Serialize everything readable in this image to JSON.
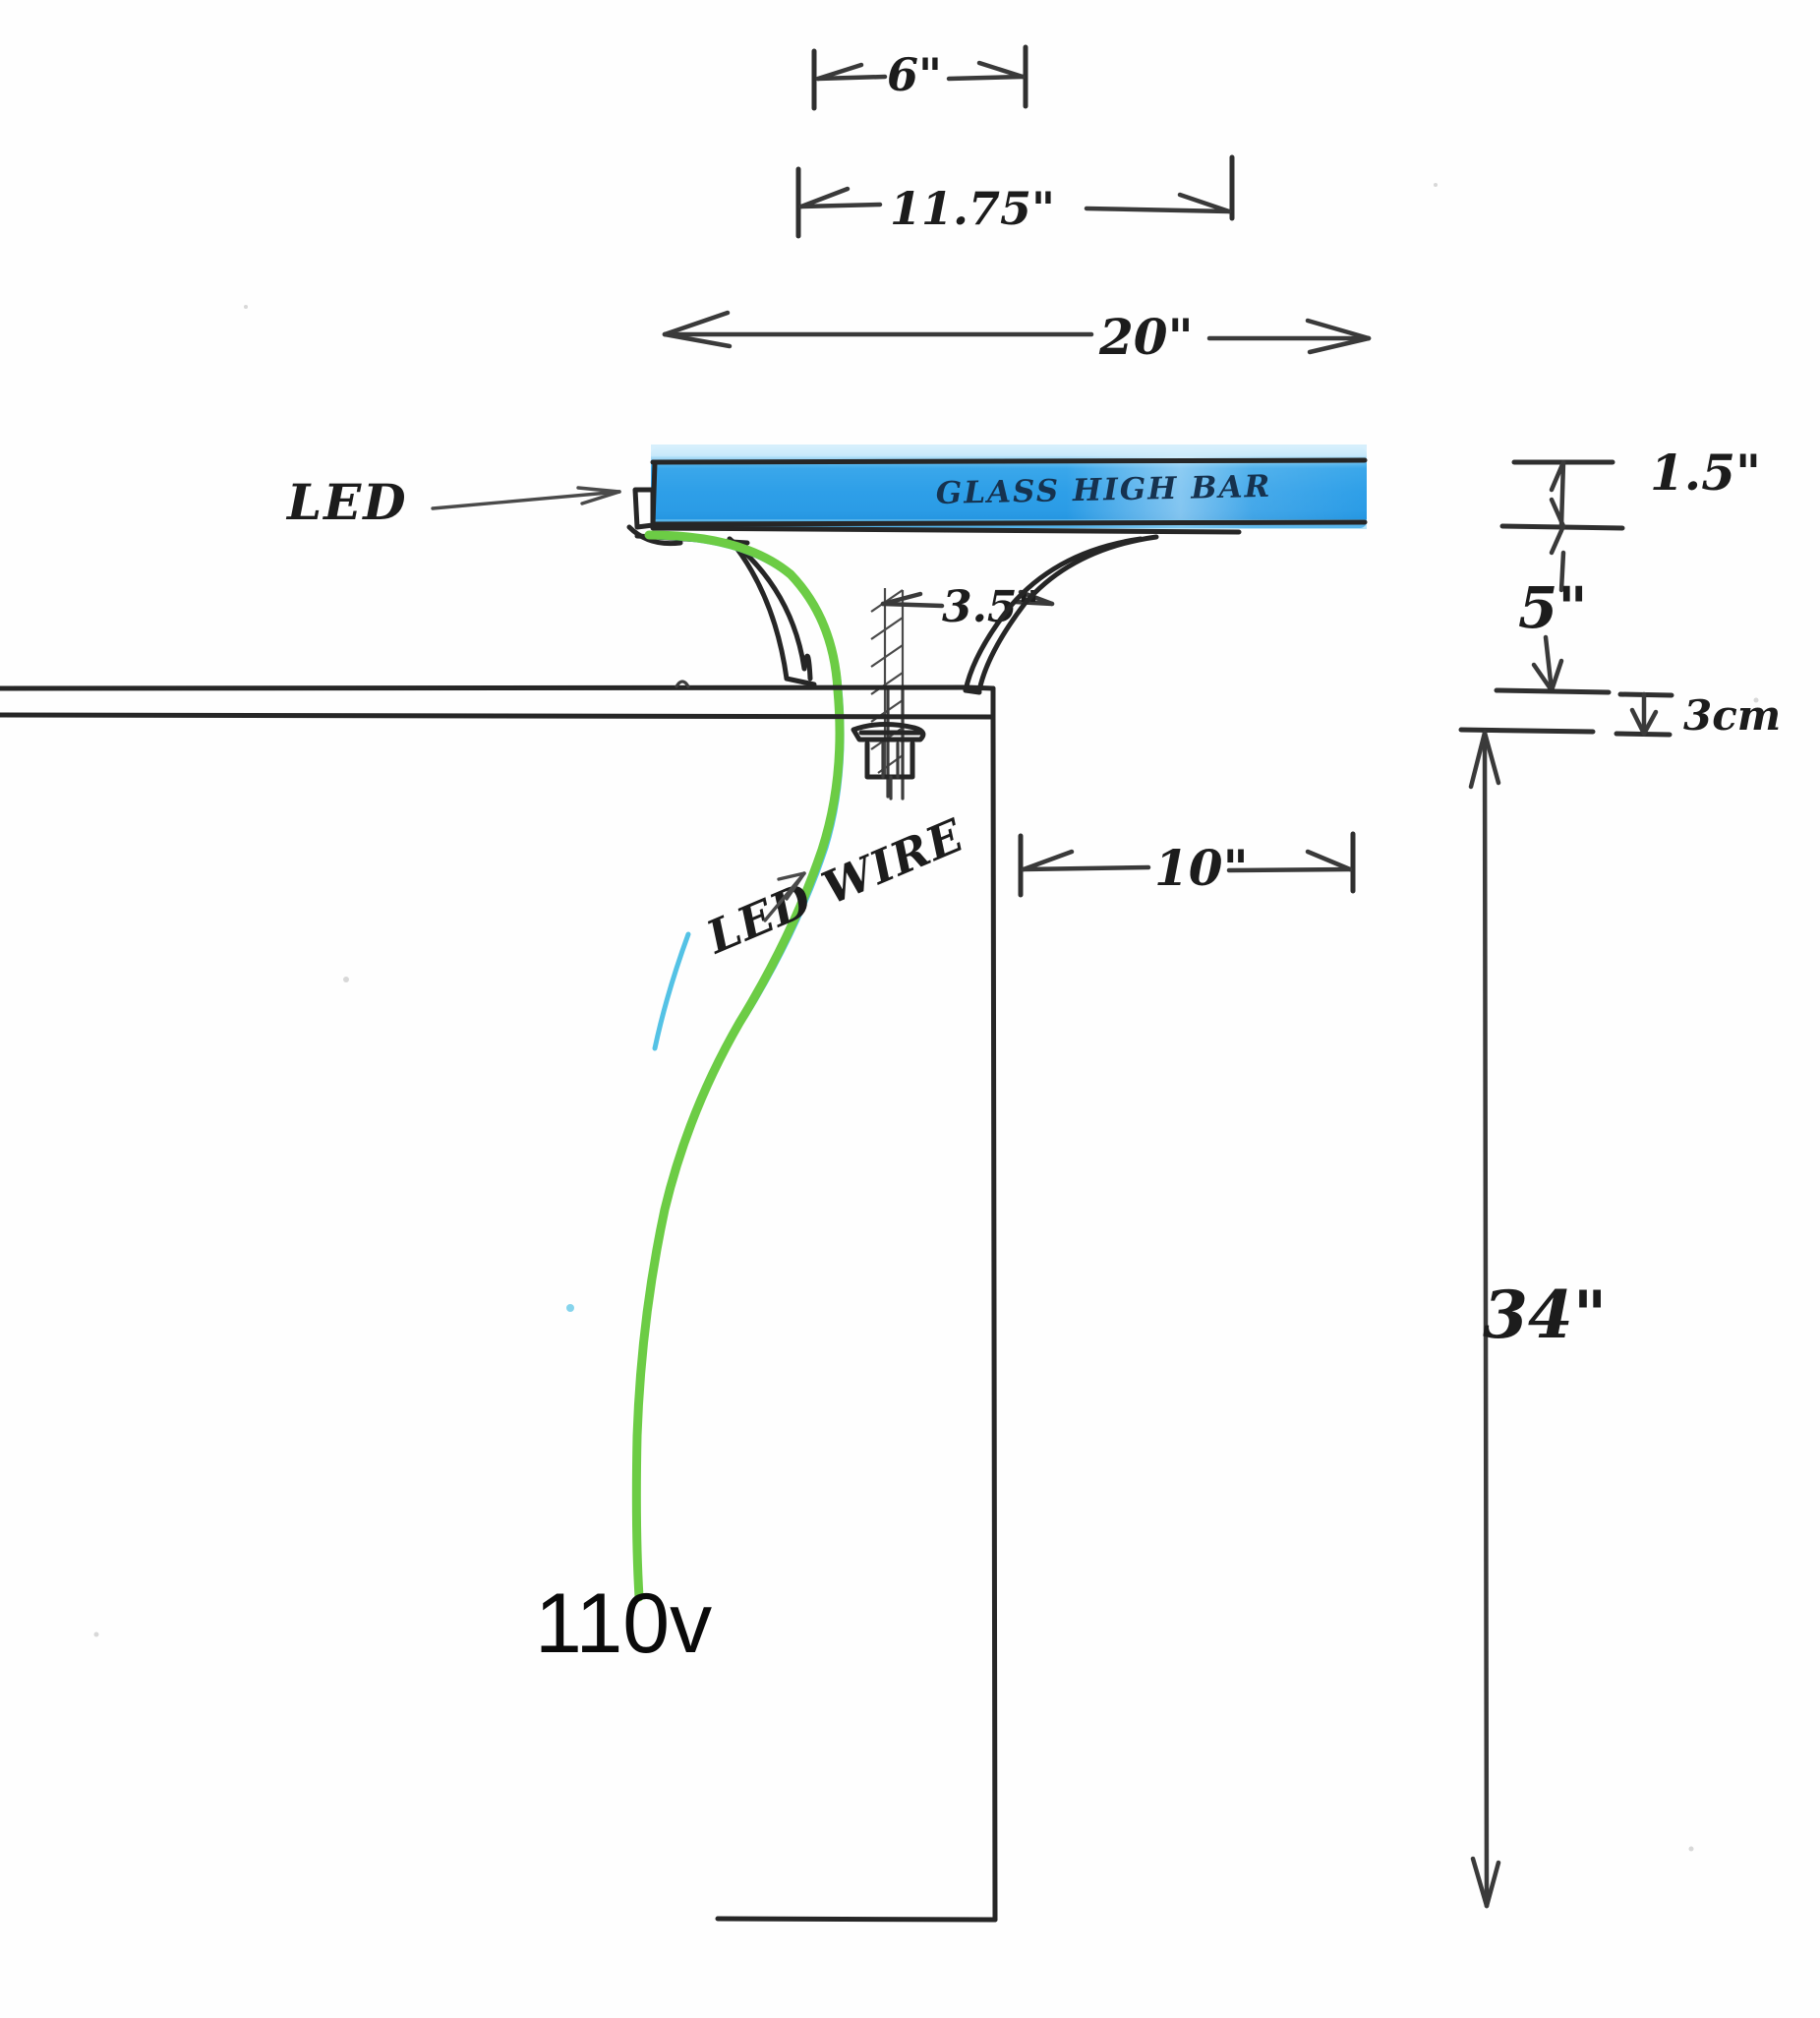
{
  "document": {
    "kind": "hand-drawn-sketch",
    "title": "Glass High Bar Elevation Sketch",
    "background_color": "#fefefe",
    "ink_color": "#2a2a2a"
  },
  "colors": {
    "bar_blue_light": "#7fd0f5",
    "bar_blue_mid": "#2e9fe8",
    "bar_blue_deep": "#1b86d4",
    "wire_green": "#6ccc45",
    "wire_cyan": "#36b7e0",
    "pencil": "#2a2a2a",
    "bar_text": "#16324f"
  },
  "dimensions": {
    "top_overhang": {
      "label": "6\"",
      "name": "six-inch-overhang"
    },
    "mid_span": {
      "label": "11.75\"",
      "name": "eleven-seventy-five-span"
    },
    "bar_length": {
      "label": "20\"",
      "name": "twenty-inch-bar-length"
    },
    "bar_thickness": {
      "label": "1.5\"",
      "name": "one-point-five-inch-thickness"
    },
    "drop_height": {
      "label": "5\"",
      "name": "five-inch-drop"
    },
    "counter_thickness": {
      "label": "3cm",
      "name": "three-cm-counter-thickness"
    },
    "bracket_width": {
      "label": "3.5\"",
      "name": "three-point-five-inch-bracket"
    },
    "base_depth": {
      "label": "10\"",
      "name": "ten-inch-base-depth"
    },
    "floor_height": {
      "label": "34\"",
      "name": "thirty-four-inch-floor-height"
    }
  },
  "annotations": {
    "led_callout": {
      "label": "LED",
      "name": "led-callout"
    },
    "bar_label": {
      "label": "GLASS HIGH BAR",
      "name": "glass-high-bar-label"
    },
    "wire_callout": {
      "label": "LED WIRE",
      "name": "led-wire-callout"
    },
    "voltage": {
      "label": "110v",
      "name": "voltage-label"
    }
  },
  "parts": [
    {
      "name": "glass-high-bar",
      "label": "GLASS HIGH BAR"
    },
    {
      "name": "led-strip",
      "label": "LED"
    },
    {
      "name": "led-wire",
      "label": "LED WIRE"
    },
    {
      "name": "mounting-bracket",
      "label": "3.5\""
    },
    {
      "name": "curved-corbel",
      "label": ""
    },
    {
      "name": "counter-top",
      "label": ""
    },
    {
      "name": "cabinet-face",
      "label": ""
    },
    {
      "name": "floor-line",
      "label": ""
    }
  ]
}
